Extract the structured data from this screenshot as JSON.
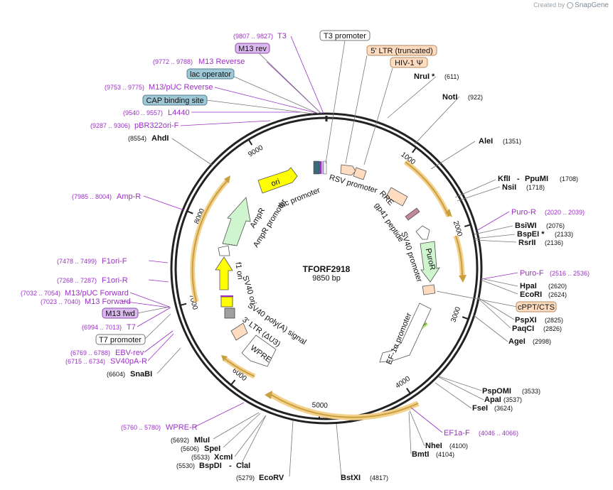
{
  "header": {
    "watermark_prefix": "Created by",
    "watermark_brand": "SnapGene"
  },
  "plasmid": {
    "name": "TFORF2918",
    "size_label": "9850 bp",
    "length_bp": 9850
  },
  "ticks": [
    {
      "bp": 1000,
      "label": "1000"
    },
    {
      "bp": 2000,
      "label": "2000"
    },
    {
      "bp": 3000,
      "label": "3000"
    },
    {
      "bp": 4000,
      "label": "4000"
    },
    {
      "bp": 5000,
      "label": "5000"
    },
    {
      "bp": 6000,
      "label": "6000"
    },
    {
      "bp": 7000,
      "label": "7000"
    },
    {
      "bp": 8000,
      "label": "8000"
    },
    {
      "bp": 9000,
      "label": "9000"
    }
  ],
  "colors": {
    "backbone": "#222222",
    "primer": "#9b2fc6",
    "enzyme": "#111111",
    "orf": "#c8a040",
    "promoter_box": "#ffffff",
    "misc_orange": "#ffdcc0",
    "misc_blue": "#9ec8d6",
    "misc_purple": "#dcb8f0",
    "ori_yellow": "#ffff00",
    "resistance_green": "#cff5cf"
  },
  "enzymes": [
    {
      "name": "NruI *",
      "position": "(611)"
    },
    {
      "name": "NotI",
      "position": "(922)"
    },
    {
      "name": "AleI",
      "position": "(1351)"
    },
    {
      "name": "KflI",
      "name2": "PpuMI",
      "position": "(1708)"
    },
    {
      "name": "NsiI",
      "position": "(1718)"
    },
    {
      "name": "BsiWI",
      "position": "(2076)"
    },
    {
      "name": "BspEI *",
      "position": "(2133)"
    },
    {
      "name": "RsrII",
      "position": "(2136)"
    },
    {
      "name": "HpaI",
      "position": "(2620)"
    },
    {
      "name": "EcoRI",
      "position": "(2624)"
    },
    {
      "name": "PspXI",
      "position": "(2825)"
    },
    {
      "name": "PaqCI",
      "position": "(2826)"
    },
    {
      "name": "AgeI",
      "position": "(2998)"
    },
    {
      "name": "PspOMI",
      "position": "(3533)"
    },
    {
      "name": "ApaI",
      "position": "(3537)"
    },
    {
      "name": "FseI",
      "position": "(3624)"
    },
    {
      "name": "NheI",
      "position": "(4100)"
    },
    {
      "name": "BmtI",
      "position": "(4104)"
    },
    {
      "name": "BstXI",
      "position": "(4817)"
    },
    {
      "name": "EcoRV",
      "position": "(5279)"
    },
    {
      "name": "BspDI",
      "name2": "ClaI",
      "position": "(5530)"
    },
    {
      "name": "XcmI",
      "position": "(5533)"
    },
    {
      "name": "SpeI",
      "position": "(5606)"
    },
    {
      "name": "MluI",
      "position": "(5692)"
    },
    {
      "name": "SnaBI",
      "position": "(6604)"
    },
    {
      "name": "AhdI",
      "position": "(8554)"
    }
  ],
  "primers": [
    {
      "name": "T3",
      "range": "(9807 .. 9827)"
    },
    {
      "name": "M13 Reverse",
      "range": "(9772 .. 9788)"
    },
    {
      "name": "M13/pUC Reverse",
      "range": "(9753 .. 9775)"
    },
    {
      "name": "L4440",
      "range": "(9540 .. 9557)"
    },
    {
      "name": "pBR322ori-F",
      "range": "(9287 .. 9306)"
    },
    {
      "name": "Amp-R",
      "range": "(7985 .. 8004)"
    },
    {
      "name": "F1ori-F",
      "range": "(7478 .. 7499)"
    },
    {
      "name": "F1ori-R",
      "range": "(7268 .. 7287)"
    },
    {
      "name": "M13/pUC Forward",
      "range": "(7032 .. 7054)"
    },
    {
      "name": "M13 Forward",
      "range": "(7023 .. 7040)"
    },
    {
      "name": "T7",
      "range": "(6994 .. 7013)"
    },
    {
      "name": "EBV-rev",
      "range": "(6769 .. 6788)"
    },
    {
      "name": "SV40pA-R",
      "range": "(6715 .. 6734)"
    },
    {
      "name": "WPRE-R",
      "range": "(5760 .. 5780)"
    },
    {
      "name": "Puro-R",
      "range": "(2020 .. 2039)"
    },
    {
      "name": "Puro-F",
      "range": "(2516 .. 2536)"
    },
    {
      "name": "EF1a-F",
      "range": "(4046 .. 4066)"
    }
  ],
  "boxed_labels": [
    {
      "name": "T3 promoter"
    },
    {
      "name": "M13 rev"
    },
    {
      "name": "lac operator"
    },
    {
      "name": "CAP binding site"
    },
    {
      "name": "5' LTR (truncated)"
    },
    {
      "name": "HIV-1 Ψ"
    },
    {
      "name": "cPPT/CTS"
    },
    {
      "name": "M13 fwd"
    },
    {
      "name": "T7 promoter"
    }
  ],
  "inner_labels": [
    {
      "name": "ori"
    },
    {
      "name": "lac promoter"
    },
    {
      "name": "RSV promoter"
    },
    {
      "name": "RRE"
    },
    {
      "name": "gp41 peptide"
    },
    {
      "name": "SV40 promoter"
    },
    {
      "name": "PuroR"
    },
    {
      "name": "EF-1α promoter"
    },
    {
      "name": "WPRE"
    },
    {
      "name": "3' LTR (ΔU3)"
    },
    {
      "name": "SV40 poly(A) signal"
    },
    {
      "name": "SV40 ori"
    },
    {
      "name": "f1 ori"
    },
    {
      "name": "AmpR promoter"
    },
    {
      "name": "AmpR"
    }
  ]
}
